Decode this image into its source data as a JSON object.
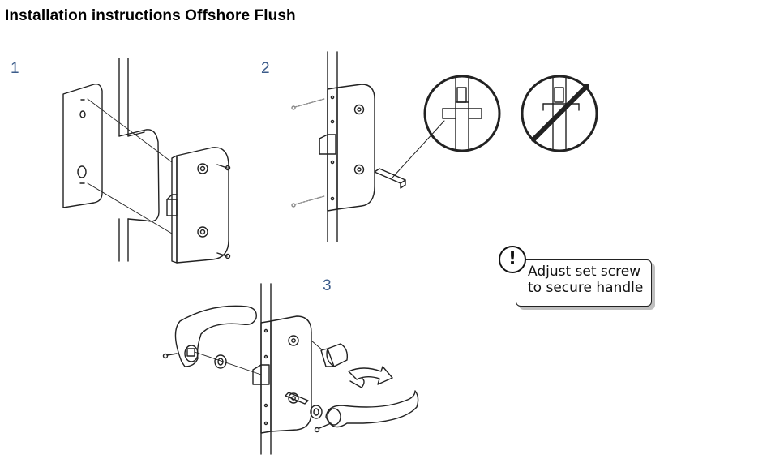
{
  "header": {
    "title": "Installation instructions Offshore Flush"
  },
  "steps": [
    {
      "number": "1"
    },
    {
      "number": "2"
    },
    {
      "number": "3"
    }
  ],
  "note": {
    "icon": "exclamation-warning-icon",
    "line1": "Adjust set screw",
    "line2": "to secure handle"
  },
  "illustrations": {
    "step1": "mortise-lock-insertion-drawing",
    "step2": "spindle-alignment-drawing",
    "step3": "handle-assembly-drawing",
    "correct_icon": "correct-alignment-circle-icon",
    "incorrect_icon": "incorrect-alignment-prohibited-icon"
  }
}
